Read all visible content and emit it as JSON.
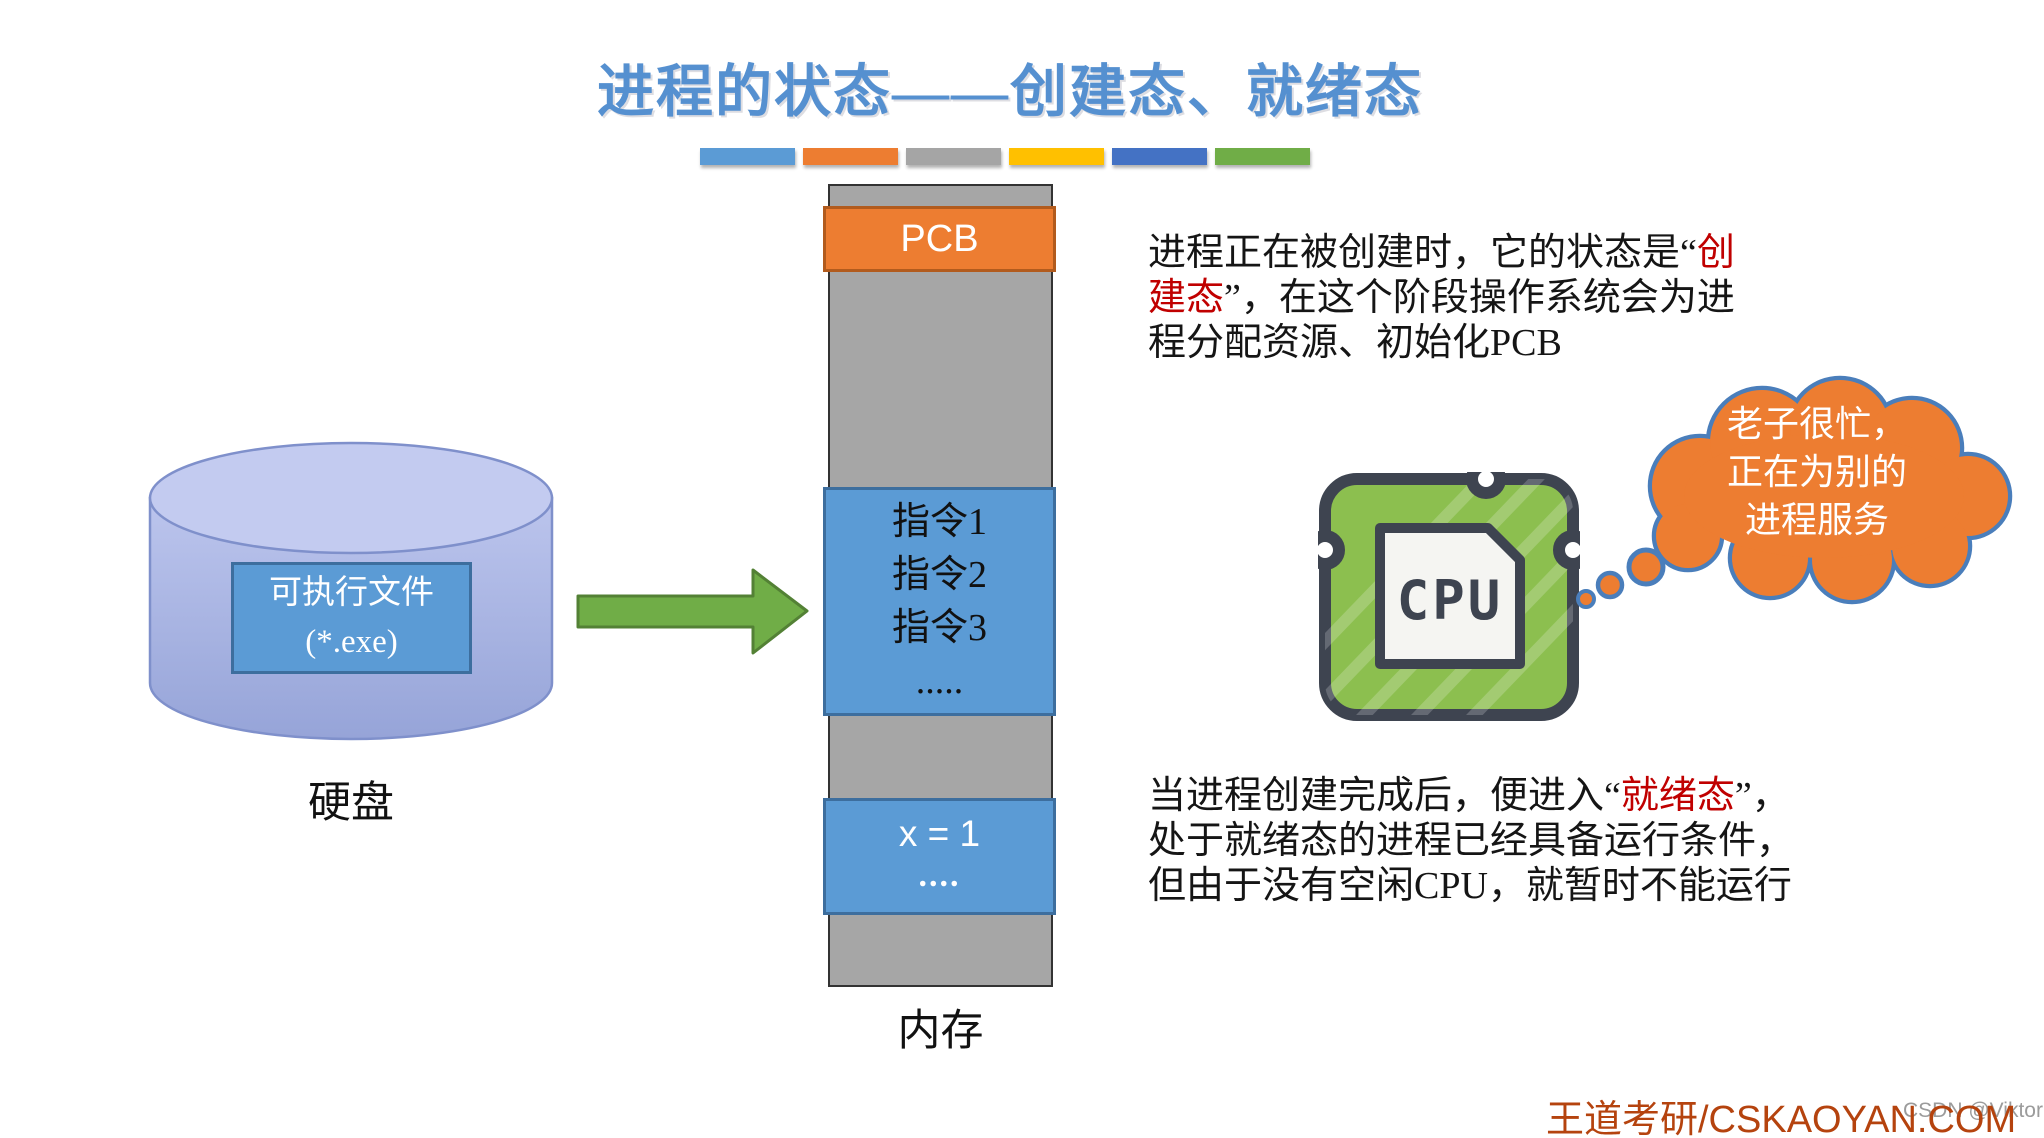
{
  "title": {
    "text": "进程的状态——创建态、就绪态"
  },
  "decor_bars": {
    "colors": [
      "#5B9BD5",
      "#ED7D31",
      "#A5A5A5",
      "#FFC000",
      "#4472C4",
      "#70AD47"
    ]
  },
  "disk": {
    "label": "硬盘",
    "file_box": {
      "line1": "可执行文件",
      "line2": "(*.exe)"
    }
  },
  "memory": {
    "label": "内存",
    "pcb_label": "PCB",
    "instructions": [
      "指令1",
      "指令2",
      "指令3",
      "....."
    ],
    "data_block": {
      "line1": "x = 1",
      "line2": "...."
    }
  },
  "paragraph_create": {
    "line1_pre": "进程正在被创建时，它的状态是“",
    "line1_red": "创",
    "line2_red": "建态",
    "line2_post": "”，在这个阶段操作系统会为进",
    "line3": "程分配资源、初始化PCB"
  },
  "paragraph_ready": {
    "line1_pre": "当进程创建完成后，便进入“",
    "line1_red": "就绪态",
    "line1_post": "”，",
    "line2": "处于就绪态的进程已经具备运行条件，",
    "line3": "但由于没有空闲CPU，就暂时不能运行"
  },
  "cpu": {
    "label": "CPU"
  },
  "thought_bubble": {
    "lines": [
      "老子很忙，",
      "正在为别的",
      "进程服务"
    ]
  },
  "watermarks": {
    "brand": "王道考研/CSKAOYAN.COM",
    "csdn": "CSDN @Viktoriae"
  },
  "colors": {
    "title_blue": "#5590D0",
    "highlight_red": "#C00000",
    "block_blue": "#5B9BD5",
    "block_blue_border": "#3D6E9E",
    "pcb_orange": "#ED7D31",
    "pcb_orange_border": "#B25B1D",
    "memory_gray": "#A6A6A6",
    "arrow_green": "#70AD47",
    "arrow_green_border": "#538135",
    "cylinder_fill": "#AAB5E3",
    "cylinder_border": "#7F90CB",
    "cloud_fill": "#ED7D31",
    "cloud_stroke": "#4A7EBB",
    "cpu_green": "#8CBF4F",
    "cpu_dark": "#3E4450",
    "brand_red": "#B5430E",
    "csdn_gray": "#9B9B9B"
  }
}
